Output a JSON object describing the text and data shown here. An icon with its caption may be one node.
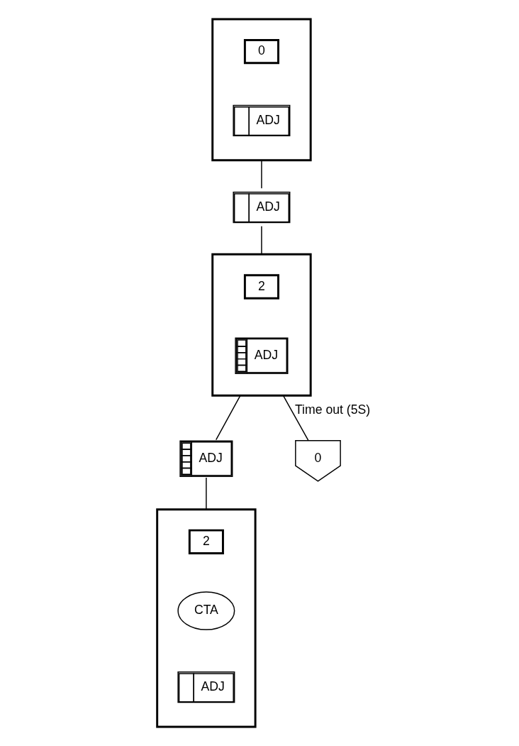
{
  "diagram": {
    "nodes": [
      {
        "text": [],
        "shape": "box"
      },
      {
        "text": [
          "0"
        ],
        "in": 0
      },
      {
        "text": [
          "ADJ"
        ],
        "in": 0
      },
      {
        "text": [
          "ADJ"
        ]
      },
      {
        "text": [],
        "shape": "box"
      },
      {
        "text": [
          "2"
        ],
        "in": 4
      },
      {
        "text": [
          "ADJ"
        ],
        "in": 4
      },
      {
        "text": [
          "ADJ"
        ]
      },
      {
        "text": [],
        "shape": "box"
      },
      {
        "text": [
          "2"
        ],
        "in": 8
      },
      {
        "text": [
          "CTA"
        ],
        "in": 8
      },
      {
        "text": [
          "ADJ"
        ],
        "in": 8
      },
      {
        "text": [
          "0"
        ]
      }
    ],
    "edges": [
      {
        "from": 0,
        "to": 3,
        "arrow": "none"
      },
      {
        "from": 3,
        "to": 4,
        "arrow": "none"
      },
      {
        "from": 4,
        "to": 7,
        "arrow": "none"
      },
      {
        "from": 7,
        "to": 8,
        "arrow": "none"
      },
      {
        "from": 4,
        "to": 12,
        "arrow": "none",
        "label": "Time out (5S)"
      }
    ]
  }
}
